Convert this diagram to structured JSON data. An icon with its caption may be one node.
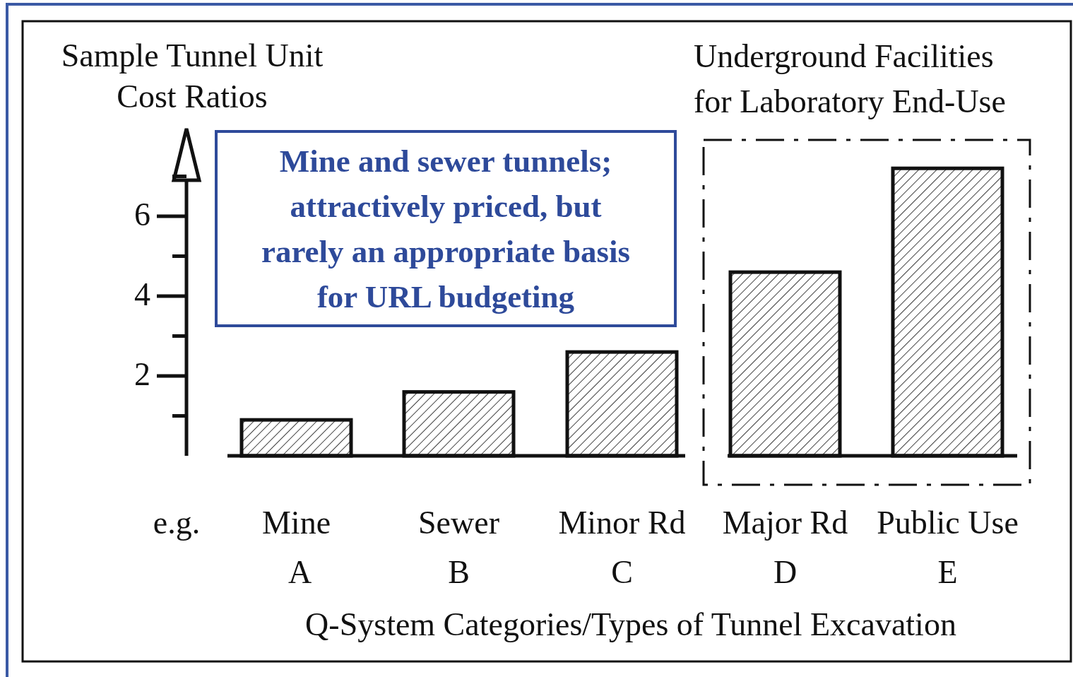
{
  "diagram": {
    "nodes": [
      {
        "text": [
          "Mine and sewer tunnels; attractively priced, but rarely an appropriate basis for URL budgeting"
        ]
      },
      {
        "text": [
          "Underground Facilities for Laboratory End-Use"
        ]
      }
    ],
    "labels": [
      "e.g.",
      "A",
      "B",
      "C",
      "D",
      "E"
    ],
    "chart_data": {
      "type": "bar",
      "ylabel": "Sample Tunnel Unit Cost Ratios",
      "xlabel": "Q-System Categories/Types of Tunnel Excavation",
      "categories": [
        "Mine",
        "Sewer",
        "Minor Rd",
        "Major Rd",
        "Public Use"
      ],
      "values": [
        0.9,
        1.6,
        2.6,
        4.6,
        7.2
      ],
      "yticks": [
        2,
        4,
        6
      ],
      "ylim": [
        0,
        8
      ]
    }
  }
}
